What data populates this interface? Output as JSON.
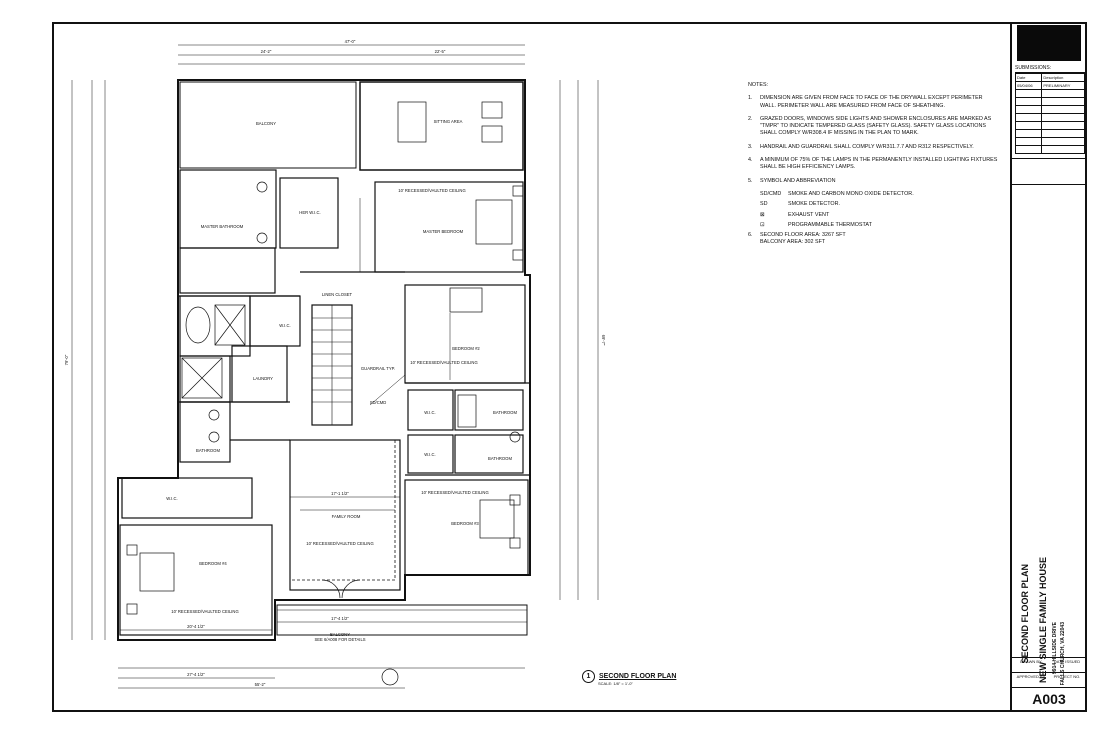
{
  "rooms": {
    "balcony_top": "BALCONY",
    "sitting_area": "SITTING AREA",
    "master_bathroom": "MASTER BATHROOM",
    "her_wic": "HER W.I.C.",
    "master_bedroom": "MASTER BEDROOM",
    "linen_closet": "LINEN CLOSET",
    "wic_mid": "W.I.C.",
    "laundry": "LAUNDRY",
    "bedroom2": "BEDROOM #2",
    "wic_b2": "W.I.C.",
    "bathroom_left": "BATHROOM",
    "bathroom_right": "BATHROOM",
    "bathroom_lower": "BATHROOM",
    "wic_left": "W.I.C.",
    "wic_right": "W.I.C.",
    "family_room": "FAMILY ROOM",
    "bedroom3": "BEDROOM #3",
    "bedroom4": "BEDROOM #4",
    "balcony_bottom": "BALCONY",
    "balcony_bottom_note": "SEE 6/A008 FOR DETAILS",
    "recessed1": "10' RECESSED/VAULTED CEILING",
    "recessed2": "10' RECESSED/VAULTED CEILING",
    "recessed3": "10' RECESSED/VAULTED CEILING",
    "recessed4": "10' RECESSED/VAULTED CEILING",
    "recessed5": "10' RECESSED/VAULTED CEILING",
    "guardrail": "GUARDRAIL TYP.",
    "sd_cmd": "SD/CMD"
  },
  "dimensions": {
    "overall_top": "47'-0\"",
    "top_left": "24'-2\"",
    "top_right": "22'-5\"",
    "overall_bottom": "55'-2\"",
    "bottom_mid": "27'-4 1/2\"",
    "overall_left": "79'-0\"",
    "overall_right": "69'-7\"",
    "balcony_width": "17'-4 1/2\"",
    "family_room_w": "17'-1 1/2\"",
    "bedroom4_w": "20'-4 1/2\""
  },
  "notes": {
    "header": "NOTES:",
    "items": [
      {
        "num": "1.",
        "text": "DIMENSION ARE GIVEN FROM FACE TO FACE OF THE DRYWALL EXCEPT PERIMETER WALL. PERIMETER WALL ARE MEASURED FROM FACE OF SHEATHING."
      },
      {
        "num": "2.",
        "text": "GRAZED DOORS, WINDOWS SIDE LIGHTS AND SHOWER ENCLOSURES ARE MARKED AS \"TMPR\" TO INDICATE TEMPERED GLASS (SAFETY GLASS). SAFETY GLASS LOCATIONS SHALL COMPLY W/R308.4 IF MISSING IN THE PLAN TO MARK."
      },
      {
        "num": "3.",
        "text": "HANDRAIL AND GUARDRAIL SHALL COMPLY W/R311.7.7 AND R312 RESPECTIVELY."
      },
      {
        "num": "4.",
        "text": "A MINIMUM OF 75% OF THE LAMPS IN THE PERMANENTLY INSTALLED LIGHTING FIXTURES SHALL BE HIGH EFFICIENCY LAMPS."
      },
      {
        "num": "5.",
        "text": "SYMBOL AND ABBREVIATION"
      }
    ],
    "symbols": [
      {
        "sym": "SD/CMD",
        "text": "SMOKE AND CARBON MONO OXIDE DETECTOR."
      },
      {
        "sym": "SD",
        "text": "SMOKE DETECTOR."
      },
      {
        "sym": "",
        "text": "EXHAUST VENT"
      },
      {
        "sym": "",
        "text": "PROGRAMMABLE THERMOSTAT"
      }
    ],
    "item6_num": "6.",
    "item6_line1": "SECOND FLOOR AREA: 3267 SFT",
    "item6_line2": "BALCONY AREA: 302 SFT"
  },
  "caption": {
    "number": "1",
    "title": "SECOND FLOOR PLAN",
    "scale": "SCALE: 1/8\" = 1'-0\""
  },
  "title_block": {
    "submissions": "SUBMISSIONS:",
    "col_date": "Date",
    "col_desc": "Description",
    "row1_date": "05/04/06",
    "row1_desc": "PRELIMINARY",
    "sheet_title": "SECOND FLOOR PLAN",
    "project": "NEW SINGLE FAMILY HOUSE",
    "address1": "9914 HILLSIDE DRIVE",
    "address2": "FALLS CHURCH, VA 22043",
    "drawn_by": "DRAWN BY",
    "date_issued": "DATE ISSUED",
    "approved_by": "APPROVED BY",
    "project_no": "PROJECT NO.",
    "sheet_number": "A003"
  }
}
